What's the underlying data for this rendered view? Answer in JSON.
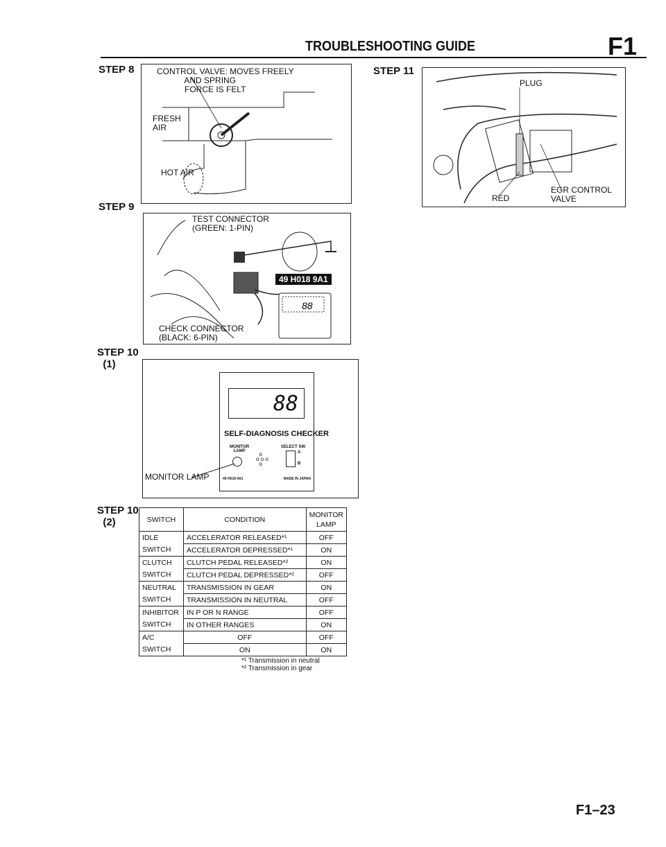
{
  "header": {
    "title": "TROUBLESHOOTING GUIDE",
    "section": "F1"
  },
  "step8": {
    "label": "STEP 8",
    "callout": "CONTROL VALVE: MOVES FREELY\n            AND SPRING\n            FORCE IS FELT",
    "fresh_air": "FRESH\nAIR",
    "hot_air": "HOT AIR"
  },
  "step9": {
    "label": "STEP 9",
    "test_connector": "TEST CONNECTOR\n(GREEN: 1-PIN)",
    "tool_number": "49 H018 9A1",
    "check_connector": "CHECK CONNECTOR\n(BLACK: 6-PIN)"
  },
  "step10_1": {
    "label": "STEP 10\n  (1)",
    "display": "88",
    "checker_title": "SELF-DIAGNOSIS CHECKER",
    "monitor_lamp_small": "MONITOR\nLAMP",
    "select_sw": "SELECT SW",
    "sw_a": "A",
    "sw_b": "B",
    "part_no": "49 H018 9A1",
    "made_in": "MADE IN JAPAN",
    "callout": "MONITOR LAMP"
  },
  "step11": {
    "label": "STEP 11",
    "plug": "PLUG",
    "egr": "EGR CONTROL\nVALVE",
    "red": "RED"
  },
  "step10_2": {
    "label": "STEP 10\n  (2)",
    "headers": [
      "SWITCH",
      "CONDITION",
      "MONITOR\nLAMP"
    ],
    "groups": [
      {
        "switch": "IDLE\nSWITCH",
        "rows": [
          [
            "ACCELERATOR RELEASED*¹",
            "OFF"
          ],
          [
            "ACCELERATOR DEPRESSED*¹",
            "ON"
          ]
        ]
      },
      {
        "switch": "CLUTCH\nSWITCH",
        "rows": [
          [
            "CLUTCH PEDAL RELEASED*²",
            "ON"
          ],
          [
            "CLUTCH PEDAL DEPRESSED*²",
            "OFF"
          ]
        ]
      },
      {
        "switch": "NEUTRAL\nSWITCH",
        "rows": [
          [
            "TRANSMISSION IN GEAR",
            "ON"
          ],
          [
            "TRANSMISSION IN NEUTRAL",
            "OFF"
          ]
        ]
      },
      {
        "switch": "INHIBITOR\nSWITCH",
        "rows": [
          [
            "IN P OR N RANGE",
            "OFF"
          ],
          [
            "IN OTHER RANGES",
            "ON"
          ]
        ]
      },
      {
        "switch": "A/C\nSWITCH",
        "rows": [
          [
            "OFF",
            "OFF"
          ],
          [
            "ON",
            "ON"
          ]
        ]
      }
    ],
    "footnotes": [
      "*¹ Transmission in neutral",
      "*² Transmission in gear"
    ]
  },
  "page_number": "F1–23"
}
